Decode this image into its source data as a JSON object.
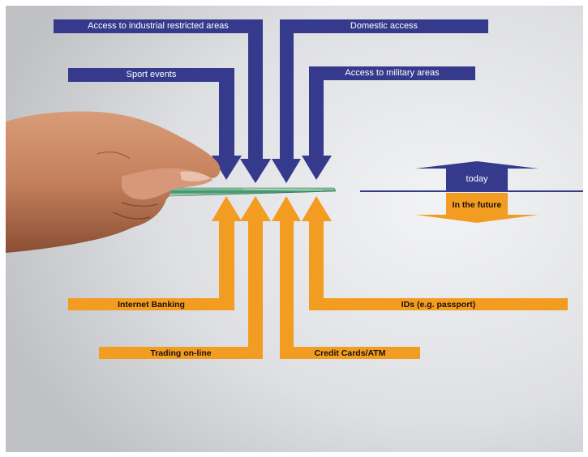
{
  "diagram": {
    "uses_today": [
      "Access to industrial restricted areas",
      "Domestic access",
      "Sport events",
      "Access to military areas"
    ],
    "uses_future": [
      "Internet Banking",
      "IDs (e.g. passport)",
      "Trading on-line",
      "Credit Cards/ATM"
    ],
    "legend": {
      "today": "today",
      "future": "In the future"
    }
  },
  "colors": {
    "today": "#353a8c",
    "future": "#f39c22",
    "background": "#d8d9dc",
    "skin": "#c98a66",
    "card": "#2f8a5a"
  },
  "icons": {
    "hand": "hand-holding-card-illustration"
  }
}
